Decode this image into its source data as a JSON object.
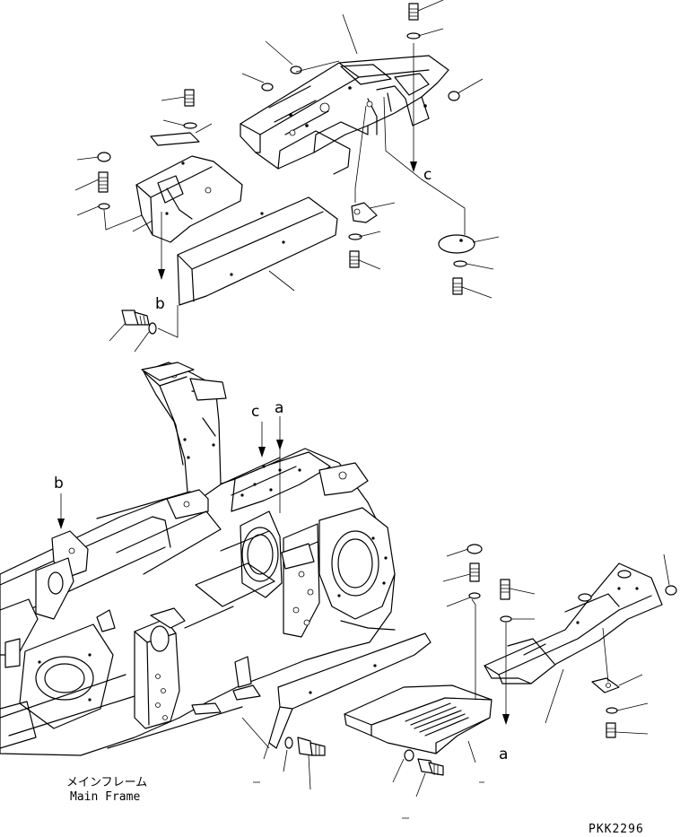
{
  "callouts": {
    "a": "a",
    "b": "b",
    "c": "c"
  },
  "caption": {
    "japanese": "メインフレーム",
    "english": "Main Frame"
  },
  "drawing_code": "PKK2296"
}
